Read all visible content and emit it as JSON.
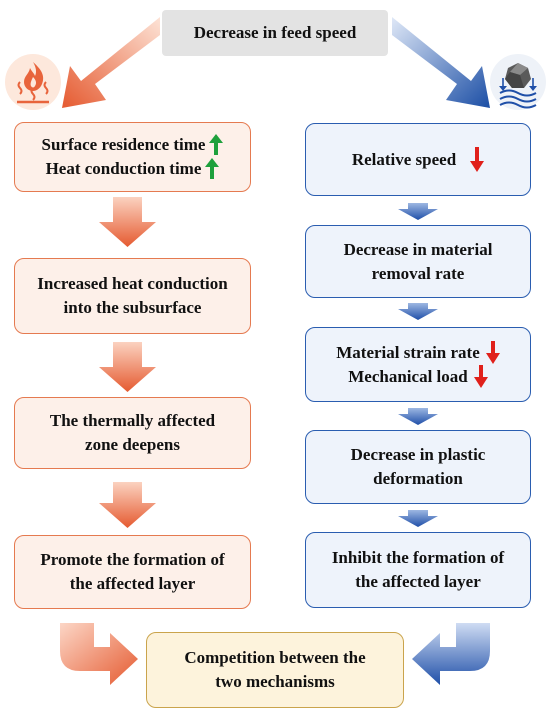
{
  "title": "Decrease in feed speed",
  "left": {
    "box1": {
      "line1": "Surface residence time",
      "line2": "Heat conduction time"
    },
    "box2": {
      "line1": "Increased heat conduction",
      "line2": "into the subsurface"
    },
    "box3": {
      "line1": "The thermally affected",
      "line2": "zone deepens"
    },
    "box4": {
      "line1": "Promote the formation of",
      "line2": "the affected layer"
    }
  },
  "right": {
    "box1": {
      "line1": "Relative speed"
    },
    "box2": {
      "line1": "Decrease in material",
      "line2": "removal rate"
    },
    "box3": {
      "line1": "Material strain rate",
      "line2": "Mechanical load"
    },
    "box4": {
      "line1": "Decrease in plastic",
      "line2": "deformation"
    },
    "box5": {
      "line1": "Inhibit the formation of",
      "line2": "the affected layer"
    }
  },
  "final": {
    "line1": "Competition between the",
    "line2": "two mechanisms"
  },
  "colors": {
    "orange": "#e8643c",
    "blue": "#1f4fa8",
    "up": "#1ea03c",
    "down": "#e0201b"
  },
  "icons": {
    "left": "heat-icon",
    "right": "material-removal-icon"
  }
}
